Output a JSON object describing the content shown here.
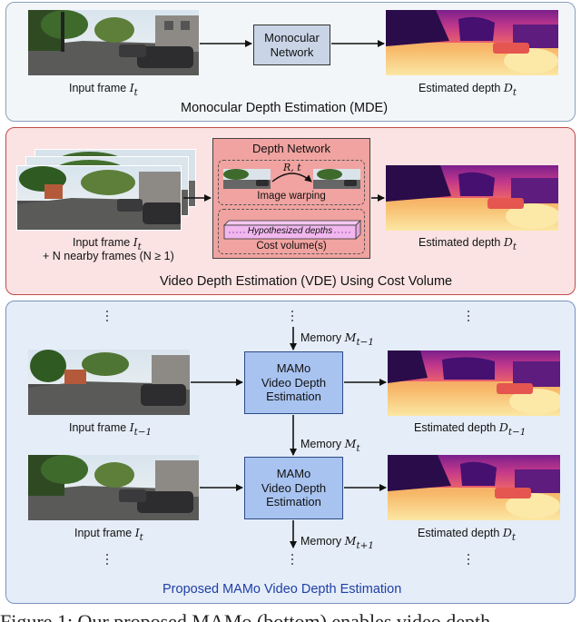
{
  "mde": {
    "network_label": "Monocular\nNetwork",
    "input_label": "Input frame ",
    "input_var": "I",
    "input_sub": "t",
    "output_label": "Estimated depth ",
    "output_var": "D",
    "output_sub": "t",
    "caption": "Monocular Depth Estimation (MDE)"
  },
  "vde": {
    "depth_network_title": "Depth Network",
    "warp_symbol": "R, t",
    "warp_label": "Image warping",
    "hypothesis_label": "Hypothesized depths",
    "cost_volume_label": "Cost volume(s)",
    "input_label_line1": "Input frame ",
    "input_var": "I",
    "input_sub": "t",
    "input_label_line2": "+ N nearby frames (N ≥ 1)",
    "output_label": "Estimated depth ",
    "output_var": "D",
    "output_sub": "t",
    "caption": "Video Depth Estimation (VDE) Using Cost Volume"
  },
  "mamo": {
    "block_label": "MAMo\nVideo Depth\nEstimation",
    "memory_prefix": "Memory ",
    "memory_var": "M",
    "memory_subs": [
      "t−1",
      "t",
      "t+1"
    ],
    "rows": [
      {
        "input_label": "Input frame ",
        "input_var": "I",
        "input_sub": "t−1",
        "output_label": "Estimated depth ",
        "output_var": "D",
        "output_sub": "t−1"
      },
      {
        "input_label": "Input frame ",
        "input_var": "I",
        "input_sub": "t",
        "output_label": "Estimated depth ",
        "output_var": "D",
        "output_sub": "t"
      }
    ],
    "caption": "Proposed MAMo Video Depth Estimation",
    "caption_color": "#1f3fa6"
  },
  "colors": {
    "mde_panel": "#f3f6f9",
    "vde_panel": "#fbe3e3",
    "mamo_panel": "#e5edf8",
    "mamo_block": "#a8c3f0",
    "mono_block": "#c9d5e6"
  },
  "figure_caption_fragment": "Figure 1: Our proposed MAMo (bottom) enables video depth"
}
